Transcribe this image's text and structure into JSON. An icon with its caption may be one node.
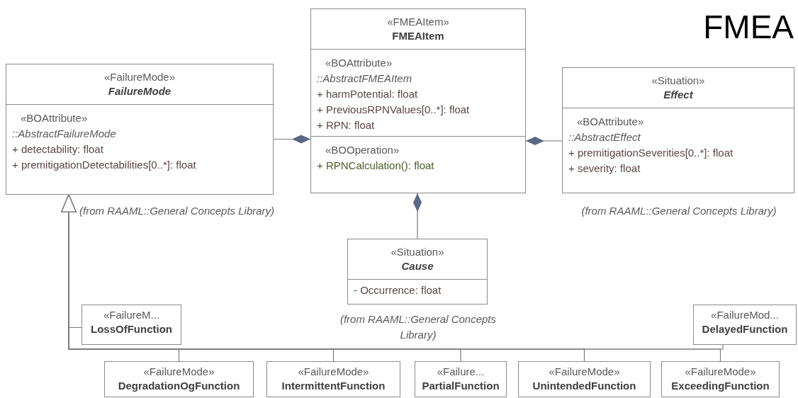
{
  "diagram": {
    "title": "FMEA",
    "nodes": [
      {
        "text": [
          "«FailureMode»",
          "FailureMode",
          "«BOAttribute»",
          "::AbstractFailureMode",
          "+ detectability: float",
          "+ premitigationDetectabilities[0..*]: float"
        ],
        "beside": [
          "(from RAAML::General Concepts Library)"
        ]
      },
      {
        "text": [
          "«FMEAItem»",
          "FMEAItem",
          "«BOAttribute»",
          "::AbstractFMEAItem",
          "+ harmPotential: float",
          "+ PreviousRPNValues[0..*]: float",
          "+ RPN: float",
          "«BOOperation»",
          "+ RPNCalculation(): float"
        ]
      },
      {
        "text": [
          "«Situation»",
          "Effect",
          "«BOAttribute»",
          "::AbstractEffect",
          "+ premitigationSeverities[0..*]: float",
          "+ severity: float"
        ],
        "beside": [
          "(from RAAML::General Concepts Library)"
        ]
      },
      {
        "text": [
          "«Situation»",
          "Cause",
          "- Occurrence: float"
        ],
        "beside": [
          "(from RAAML::General Concepts Library)"
        ]
      },
      {
        "text": [
          "«FailureM...",
          "LossOfFunction"
        ]
      },
      {
        "text": [
          "«FailureMod...",
          "DelayedFunction"
        ]
      },
      {
        "text": [
          "«FailureMode»",
          "DegradationOgFunction"
        ]
      },
      {
        "text": [
          "«FailureMode»",
          "IntermittentFunction"
        ]
      },
      {
        "text": [
          "«Failure...",
          "PartialFunction"
        ]
      },
      {
        "text": [
          "«FailureMode»",
          "UnintendedFunction"
        ]
      },
      {
        "text": [
          "«FailureMode»",
          "ExceedingFunction"
        ]
      }
    ],
    "edges": [
      {
        "from": 0,
        "to": 1,
        "arrow": "other"
      },
      {
        "from": 2,
        "to": 1,
        "arrow": "other"
      },
      {
        "from": 3,
        "to": 1,
        "arrow": "other"
      },
      {
        "from": 4,
        "to": 0,
        "arrow": "to"
      },
      {
        "from": 5,
        "to": 0,
        "arrow": "to"
      },
      {
        "from": 6,
        "to": 0,
        "arrow": "to"
      },
      {
        "from": 7,
        "to": 0,
        "arrow": "to"
      },
      {
        "from": 8,
        "to": 0,
        "arrow": "to"
      },
      {
        "from": 9,
        "to": 0,
        "arrow": "to"
      },
      {
        "from": 10,
        "to": 0,
        "arrow": "to"
      }
    ]
  }
}
